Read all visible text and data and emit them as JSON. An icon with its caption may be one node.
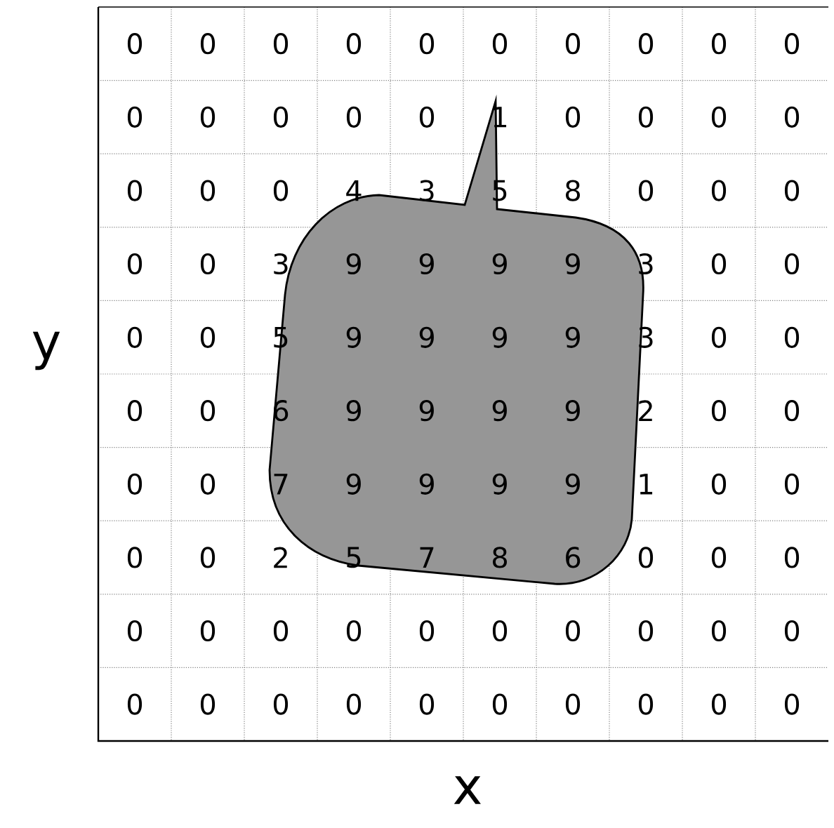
{
  "diagram": {
    "labels": [
      "0",
      "0",
      "0",
      "0",
      "0",
      "0",
      "0",
      "0",
      "0",
      "0",
      "0",
      "0",
      "0",
      "0",
      "0",
      "1",
      "0",
      "0",
      "0",
      "0",
      "0",
      "0",
      "0",
      "4",
      "3",
      "5",
      "8",
      "0",
      "0",
      "0",
      "0",
      "0",
      "3",
      "9",
      "9",
      "9",
      "9",
      "3",
      "0",
      "0",
      "0",
      "0",
      "5",
      "9",
      "9",
      "9",
      "9",
      "3",
      "0",
      "0",
      "0",
      "0",
      "6",
      "9",
      "9",
      "9",
      "9",
      "2",
      "0",
      "0",
      "0",
      "0",
      "7",
      "9",
      "9",
      "9",
      "9",
      "1",
      "0",
      "0",
      "0",
      "0",
      "2",
      "5",
      "7",
      "8",
      "6",
      "0",
      "0",
      "0",
      "0",
      "0",
      "0",
      "0",
      "0",
      "0",
      "0",
      "0",
      "0",
      "0",
      "0",
      "0",
      "0",
      "0",
      "0",
      "0",
      "0",
      "0",
      "0",
      "0",
      "y",
      "x"
    ]
  }
}
